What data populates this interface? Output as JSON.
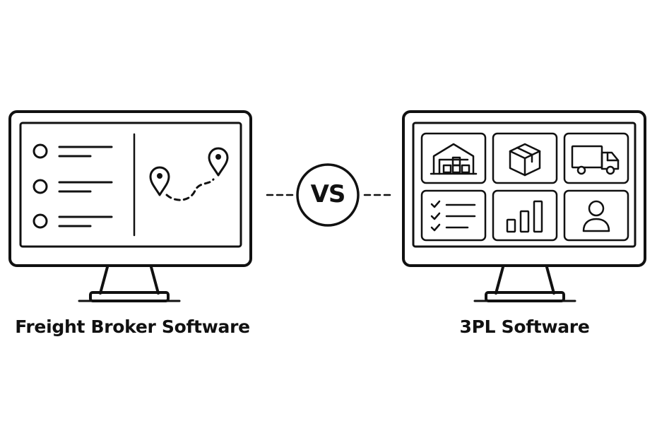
{
  "comparison": {
    "left_caption": "Freight Broker Software",
    "right_caption": "3PL Software",
    "versus_label": "VS"
  },
  "icons": {
    "left_screen": [
      "list-bullet-icon",
      "list-bullet-icon",
      "list-bullet-icon",
      "map-pin-icon",
      "map-pin-icon",
      "dashed-route-icon"
    ],
    "right_screen": [
      "warehouse-icon",
      "package-box-icon",
      "delivery-truck-icon",
      "checklist-icon",
      "bar-chart-icon",
      "user-icon"
    ]
  },
  "colors": {
    "stroke": "#111111",
    "background": "#ffffff"
  }
}
